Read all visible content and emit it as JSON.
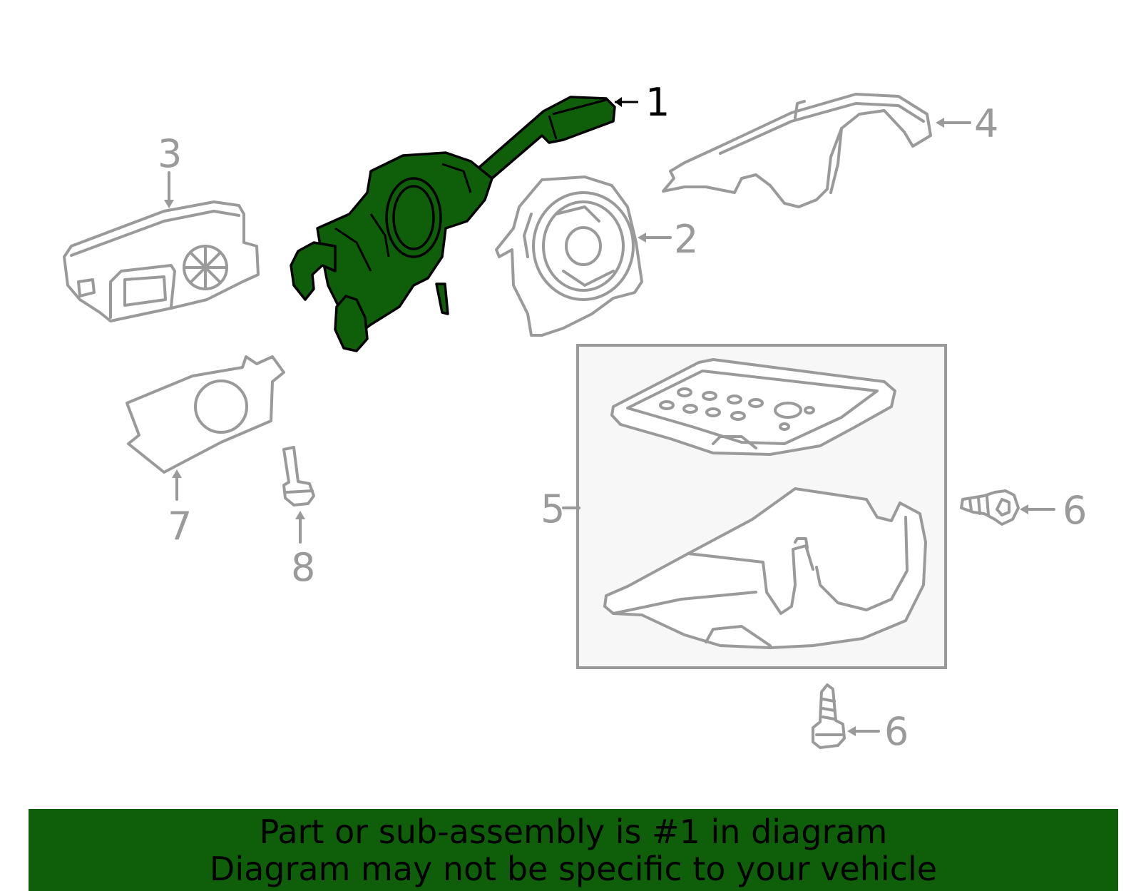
{
  "colors": {
    "highlight": "#0f5f0a",
    "outline_gray": "#9a9a9a",
    "callout_active": "#000000",
    "banner_bg": "#0f5f0a"
  },
  "callouts": [
    {
      "id": "1",
      "label": "1",
      "active": true
    },
    {
      "id": "2",
      "label": "2",
      "active": false
    },
    {
      "id": "3",
      "label": "3",
      "active": false
    },
    {
      "id": "4",
      "label": "4",
      "active": false
    },
    {
      "id": "5",
      "label": "5",
      "active": false
    },
    {
      "id": "6a",
      "label": "6",
      "active": false
    },
    {
      "id": "6b",
      "label": "6",
      "active": false
    },
    {
      "id": "7",
      "label": "7",
      "active": false
    },
    {
      "id": "8",
      "label": "8",
      "active": false
    }
  ],
  "banner": {
    "line1": "Part or sub-assembly is #1 in diagram",
    "line2": "Diagram may not be specific to your vehicle"
  }
}
